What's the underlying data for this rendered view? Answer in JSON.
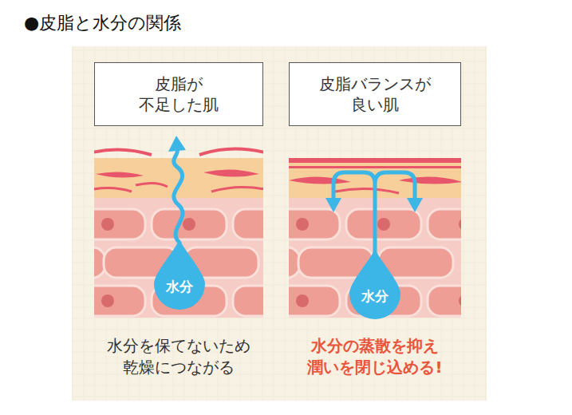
{
  "diagram": {
    "title": "●皮脂と水分の関係",
    "nodes": [
      {
        "text": [
          "皮脂が 不足した肌"
        ]
      },
      {
        "text": [
          "皮脂バランスが 良い肌"
        ]
      },
      {
        "text": [
          "水分"
        ]
      },
      {
        "text": [
          "水分"
        ]
      }
    ],
    "labels": [
      "水分を保てないため 乾燥につながる",
      "水分の蒸散を抑え 潤いを閉じ込める!"
    ]
  }
}
